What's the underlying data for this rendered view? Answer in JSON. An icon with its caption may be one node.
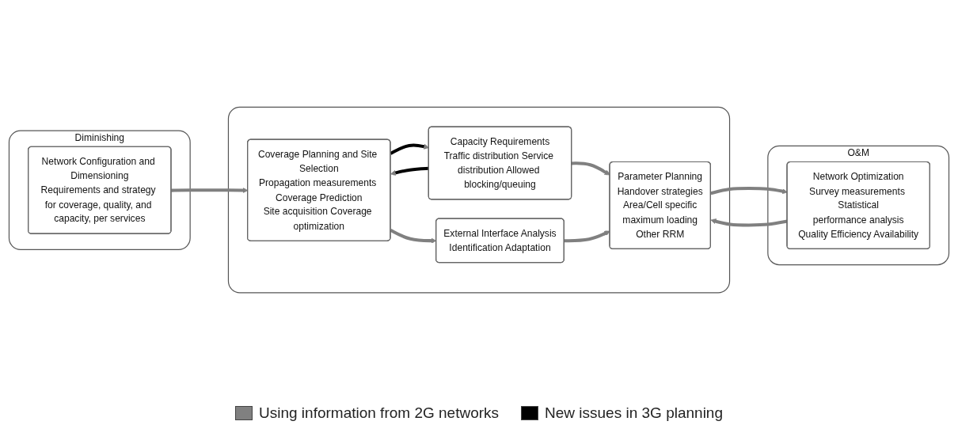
{
  "diagram": {
    "nodes": [
      {
        "text": [
          "Diminishing"
        ]
      },
      {
        "text": [
          "Network Configuration and Dimensioning",
          "Requirements and strategy for coverage, quality, and capacity, per services"
        ],
        "in": 0
      },
      {
        "text": [],
        "shape": "box"
      },
      {
        "text": [
          "Coverage Planning and Site Selection",
          "Propagation measurements Coverage Prediction",
          "Site acquisition Coverage optimization"
        ],
        "in": 2
      },
      {
        "text": [
          "Capacity Requirements",
          "Traffic distribution Service distribution Allowed blocking/queuing"
        ],
        "in": 2
      },
      {
        "text": [
          "External Interface Analysis",
          "Identification Adaptation"
        ],
        "in": 2
      },
      {
        "text": [
          "Parameter Planning",
          "Handover strategies",
          "Area/Cell specific",
          "maximum loading",
          "Other RRM"
        ],
        "in": 2
      },
      {
        "text": [
          "O&M"
        ]
      },
      {
        "text": [
          "Network Optimization",
          "Survey measurements Statistical",
          "performance analysis",
          "Quality Efficiency Availability"
        ],
        "in": 7
      }
    ],
    "edges": [
      {
        "from": 1,
        "to": 3,
        "arrow": "to"
      },
      {
        "from": 3,
        "to": 4,
        "arrow": "to",
        "color": "#000000"
      },
      {
        "from": 4,
        "to": 3,
        "arrow": "to",
        "color": "#000000"
      },
      {
        "from": 3,
        "to": 5,
        "arrow": "to"
      },
      {
        "from": 4,
        "to": 6,
        "arrow": "to"
      },
      {
        "from": 5,
        "to": 6,
        "arrow": "to"
      },
      {
        "from": 8,
        "to": 6,
        "arrow": "to"
      },
      {
        "from": 6,
        "to": 8,
        "arrow": "to"
      }
    ],
    "legend": [
      {
        "text": "Using information from 2G networks",
        "color": "#808080"
      },
      {
        "text": "New issues in 3G planning",
        "color": "#000000"
      }
    ]
  }
}
